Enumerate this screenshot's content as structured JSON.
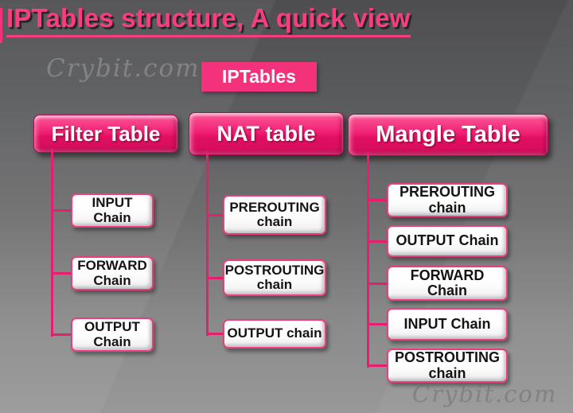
{
  "title": "IPTables structure, A quick view",
  "watermark_top": "Crybit.com",
  "watermark_bottom": "Crybit.com",
  "root": {
    "label": "IPTables"
  },
  "colors": {
    "accent_pink": "#f4317b",
    "title_pink": "#fb3c80",
    "connector_pink": "#e51e70",
    "chain_border_pink": "#e8407f",
    "chain_text": "#141414",
    "header_text": "#ffffff"
  },
  "tree": {
    "columns": [
      {
        "header": "Filter Table",
        "chains": [
          "INPUT\nChain",
          "FORWARD\nChain",
          "OUTPUT\nChain"
        ]
      },
      {
        "header": "NAT table",
        "chains": [
          "PREROUTING\nchain",
          "POSTROUTING\nchain",
          "OUTPUT chain"
        ]
      },
      {
        "header": "Mangle Table",
        "chains": [
          "PREROUTING\nchain",
          "OUTPUT Chain",
          "FORWARD\nChain",
          "INPUT Chain",
          "POSTROUTING\nchain"
        ]
      }
    ]
  }
}
